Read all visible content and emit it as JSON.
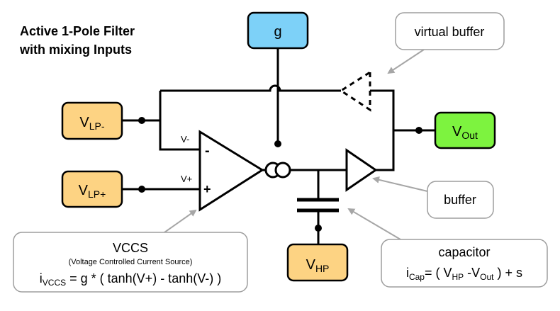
{
  "title": {
    "line1": "Active 1-Pole Filter",
    "line2": "with mixing Inputs"
  },
  "blocks": {
    "g": "g",
    "vlp_minus": {
      "main": "V",
      "sub": "LP-"
    },
    "vlp_plus": {
      "main": "V",
      "sub": "LP+"
    },
    "vout": {
      "main": "V",
      "sub": "Out"
    },
    "vhp": {
      "main": "V",
      "sub": "HP"
    }
  },
  "opamp": {
    "minus_sign": "-",
    "plus_sign": "+",
    "label_vminus": "V-",
    "label_vplus": "V+"
  },
  "callouts": {
    "virtual_buffer": "virtual buffer",
    "buffer": "buffer",
    "vccs": {
      "title": "VCCS",
      "subtitle": "(Voltage Controlled Current Source)",
      "eq_i": "i",
      "eq_sub": "VCCS",
      "eq_rest": " = g * ( tanh(V+) - tanh(V-) )"
    },
    "capacitor": {
      "title": "capacitor",
      "eq_i": "i",
      "eq_sub": "Cap",
      "eq_mid": "= ( V",
      "eq_sub2": "HP",
      "eq_mid2": " -V",
      "eq_sub3": "Out",
      "eq_rest": " ) + s"
    }
  },
  "colors": {
    "lp_fill": "#FDD383",
    "g_fill": "#7DD1F8",
    "out_fill": "#7DF33F",
    "wire": "#000000",
    "arrow": "#A6A6A6",
    "callout_border": "#9E9E9E"
  }
}
